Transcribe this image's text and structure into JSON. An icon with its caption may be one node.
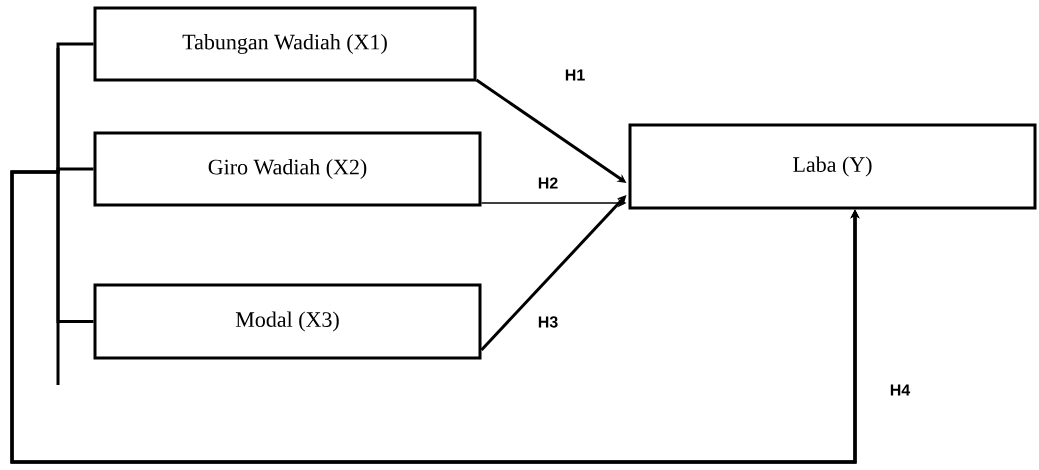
{
  "diagram": {
    "nodes": [
      {
        "text": [
          "Tabungan Wadiah (X1)"
        ]
      },
      {
        "text": [
          "Giro Wadiah (X2)"
        ]
      },
      {
        "text": [
          "Modal (X3)"
        ]
      },
      {
        "text": [
          "Laba (Y)"
        ]
      }
    ],
    "edges": [
      {
        "from": 0,
        "to": 3,
        "arrow": "to",
        "label": "H1"
      },
      {
        "from": 1,
        "to": 3,
        "arrow": "to",
        "label": "H2"
      },
      {
        "from": 2,
        "to": 3,
        "arrow": "to",
        "label": "H3"
      },
      {
        "from": 0,
        "to": 3,
        "arrow": "to",
        "label": "H4"
      },
      {
        "from": 1,
        "to": 3,
        "arrow": "to"
      },
      {
        "from": 2,
        "to": 3,
        "arrow": "to"
      }
    ]
  }
}
